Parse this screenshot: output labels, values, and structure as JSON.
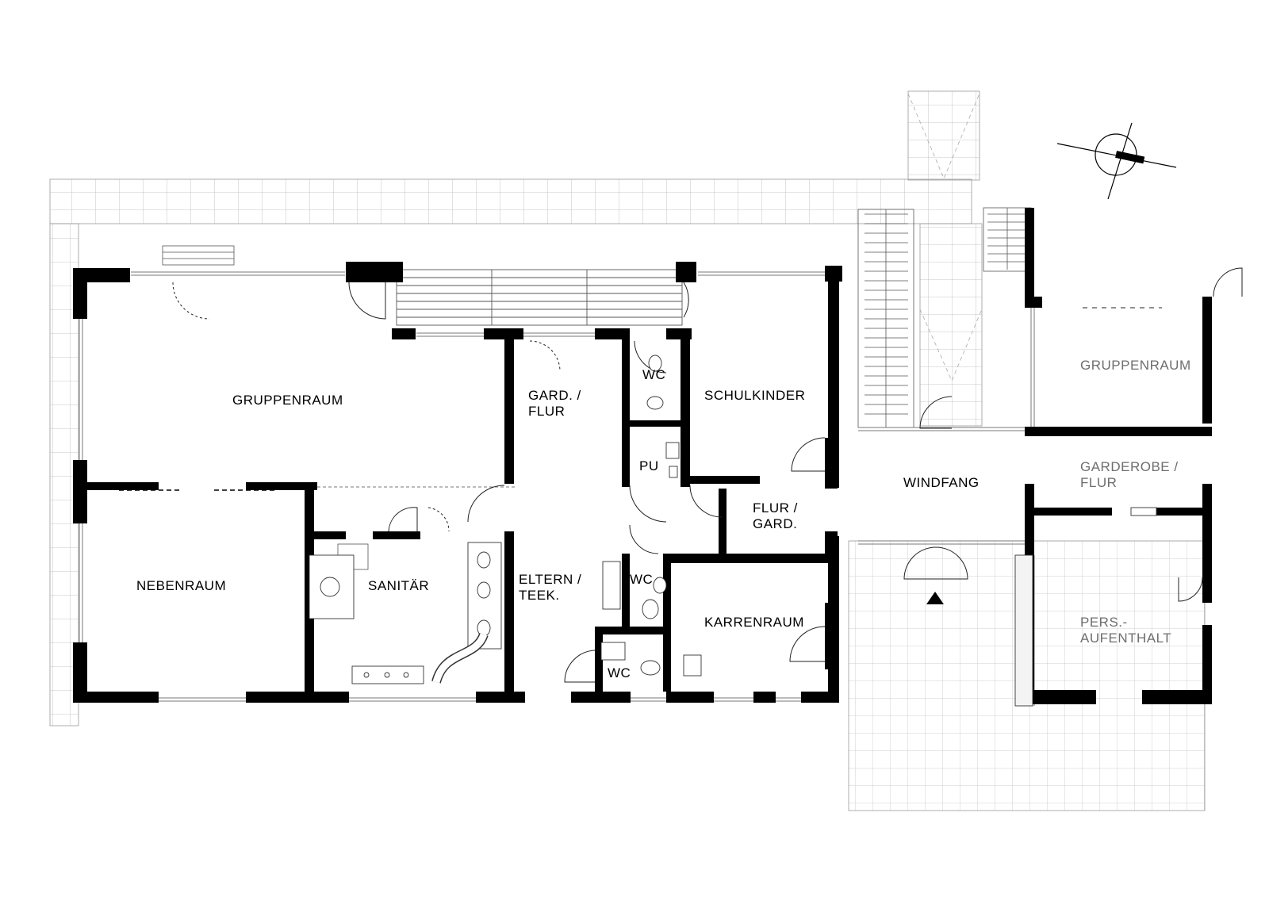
{
  "rooms": {
    "gruppenraum_main": "GRUPPENRAUM",
    "nebenraum": "NEBENRAUM",
    "sanitaer": "SANITÄR",
    "gard_flur_1": "GARD. /",
    "gard_flur_2": "FLUR",
    "eltern_1": "ELTERN /",
    "eltern_2": "TEEK.",
    "wc_top": "WC",
    "pu": "PU",
    "wc_mid": "WC",
    "wc_low": "WC",
    "schulkinder": "SCHULKINDER",
    "flur_gard_1": "FLUR /",
    "flur_gard_2": "GARD.",
    "karrenraum": "KARRENRAUM",
    "windfang": "WINDFANG",
    "gruppenraum_right": "GRUPPENRAUM",
    "garderobe_1": "GARDEROBE /",
    "garderobe_2": "FLUR",
    "pers_1": "PERS.-",
    "pers_2": "AUFENTHALT"
  },
  "colors": {
    "wall": "#000000",
    "line": "#9a9a9a",
    "label": "#000000",
    "label_muted": "#6e6e6e"
  },
  "icons": [
    "north-arrow-icon",
    "entrance-arrow-icon"
  ]
}
